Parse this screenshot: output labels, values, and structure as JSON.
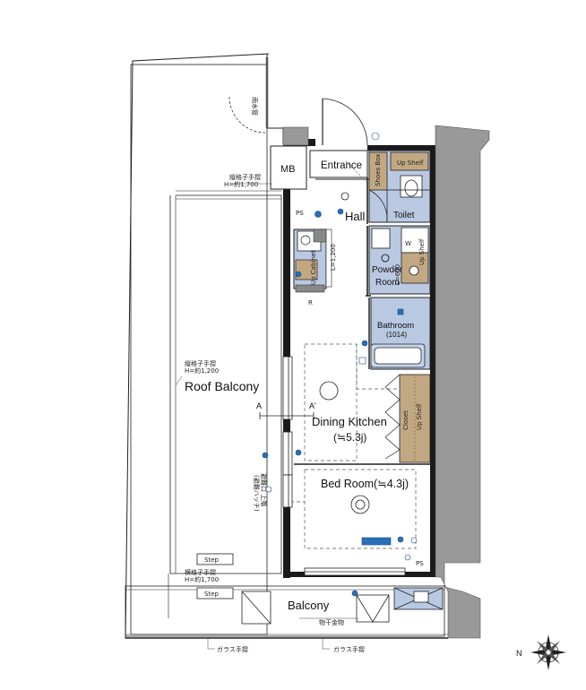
{
  "rooms": {
    "roof_balcony": "Roof Balcony",
    "entrance": "Entrance",
    "mb": "MB",
    "hall": "Hall",
    "toilet": "Toilet",
    "powder_room": "Powder\nRoom",
    "bathroom": "Bathroom",
    "bathroom_size": "(1014)",
    "dining_kitchen": "Dining Kitchen",
    "dining_kitchen_size": "(≒5.3j)",
    "bed_room": "Bed Room(≒4.3j)",
    "balcony": "Balcony"
  },
  "fixtures": {
    "shoes_box": "Shoes Box",
    "up_shelf_entrance": "Up Shelf",
    "up_shelf_powder": "Up Shelf",
    "cabinet": "Up Cabinet",
    "closet": "Closet",
    "closet_shelf": "Up Shelf",
    "ps_top": "PS",
    "ps_bottom": "PS",
    "step_top": "Step",
    "step_bottom": "Step",
    "w": "W",
    "r_mark": "R",
    "a_mark": "A",
    "a_prime_mark": "A'",
    "l_1200": "L=1,200",
    "l_600": "L=600"
  },
  "annotations": {
    "tategoshi_1700_top": "縦格子手摺",
    "tategoshi_1700_top_h": "H=約1,700",
    "tategoshi_1200": "縦格子手摺",
    "tategoshi_1200_h": "H=約1,200",
    "yokogoshi_1700": "横格子手摺",
    "yokogoshi_1700_h": "H=約1,700",
    "glass_left": "ガラス手摺",
    "glass_right": "ガラス手摺",
    "monohoshi": "物干金物",
    "kanrikan": "雨水管",
    "hikidashi": "(避難ハッチ)",
    "hikidashi2": "避難口 上階"
  },
  "compass": {
    "n_label": "N"
  }
}
